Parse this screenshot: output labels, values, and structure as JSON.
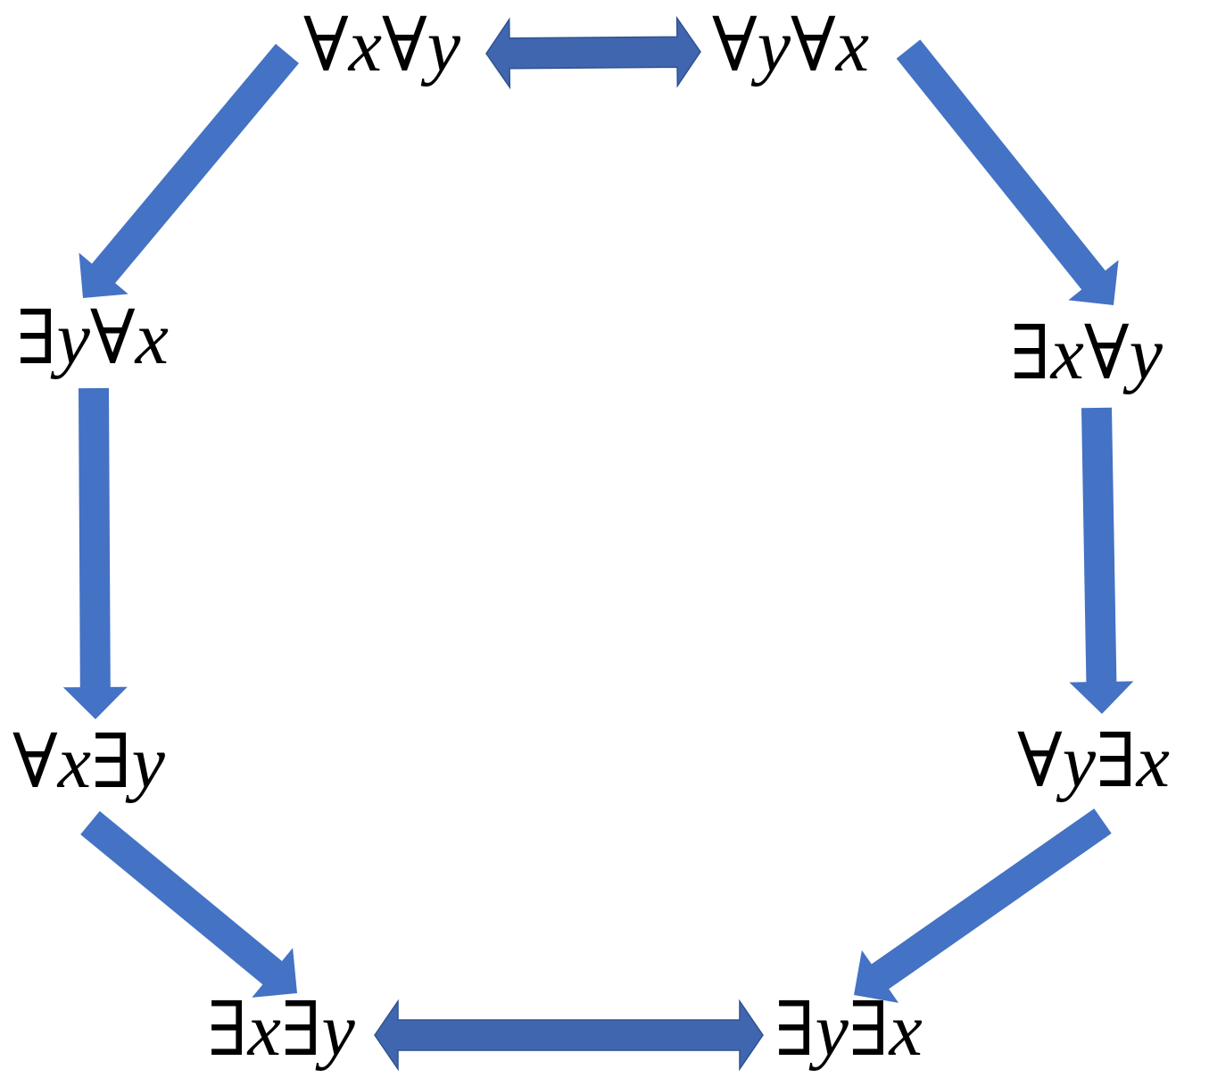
{
  "colors": {
    "arrow_fill": "#4472c4",
    "double_arrow_fill": "#4066b0",
    "text": "#000000",
    "background": "#ffffff"
  },
  "nodes": {
    "axay": {
      "q1": "∀",
      "v1": "x",
      "q2": "∀",
      "v2": "y"
    },
    "ayax": {
      "q1": "∀",
      "v1": "y",
      "q2": "∀",
      "v2": "x"
    },
    "eyax": {
      "q1": "∃",
      "v1": "y",
      "q2": "∀",
      "v2": "x"
    },
    "exay": {
      "q1": "∃",
      "v1": "x",
      "q2": "∀",
      "v2": "y"
    },
    "axey": {
      "q1": "∀",
      "v1": "x",
      "q2": "∃",
      "v2": "y"
    },
    "ayex": {
      "q1": "∀",
      "v1": "y",
      "q2": "∃",
      "v2": "x"
    },
    "exey": {
      "q1": "∃",
      "v1": "x",
      "q2": "∃",
      "v2": "y"
    },
    "eyex": {
      "q1": "∃",
      "v1": "y",
      "q2": "∃",
      "v2": "x"
    }
  },
  "edges": [
    {
      "from": "axay",
      "to": "ayax",
      "kind": "double"
    },
    {
      "from": "axay",
      "to": "eyax",
      "kind": "single"
    },
    {
      "from": "ayax",
      "to": "exay",
      "kind": "single"
    },
    {
      "from": "eyax",
      "to": "axey",
      "kind": "single"
    },
    {
      "from": "exay",
      "to": "ayex",
      "kind": "single"
    },
    {
      "from": "axey",
      "to": "exey",
      "kind": "single"
    },
    {
      "from": "ayex",
      "to": "eyex",
      "kind": "single"
    },
    {
      "from": "exey",
      "to": "eyex",
      "kind": "double"
    }
  ]
}
